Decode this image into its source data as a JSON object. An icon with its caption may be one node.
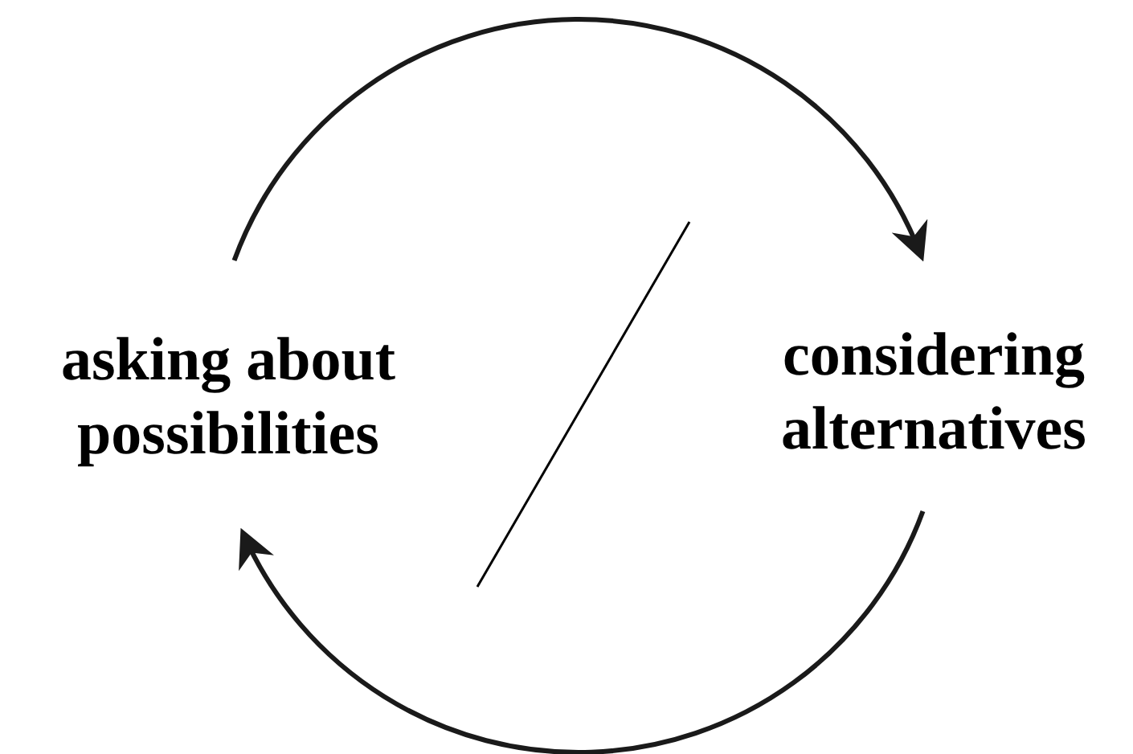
{
  "diagram": {
    "nodes": [
      {
        "text": [
          "asking about possibilities"
        ]
      },
      {
        "text": [
          "considering alternatives"
        ]
      }
    ],
    "edges": [
      {
        "from": 0,
        "to": 1,
        "arrow": "to"
      },
      {
        "from": 1,
        "to": 0,
        "arrow": "to"
      }
    ]
  }
}
